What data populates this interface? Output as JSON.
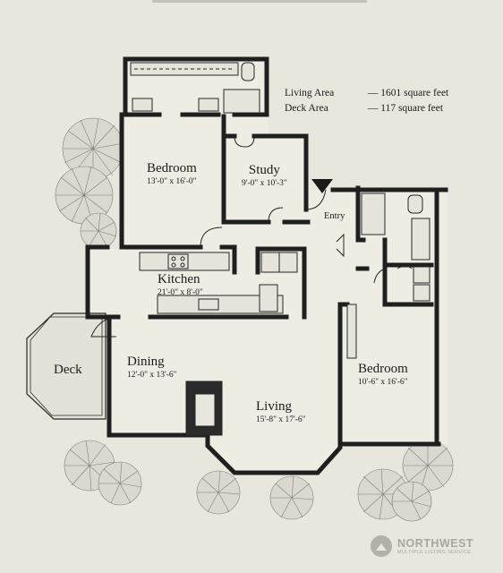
{
  "area_info": {
    "living_label": "Living Area",
    "living_value": "— 1601 square feet",
    "deck_label": "Deck Area",
    "deck_value": "— 117 square feet"
  },
  "rooms": {
    "bedroom1": {
      "name": "Bedroom",
      "dims": "13'-0\" x 16'-0\""
    },
    "study": {
      "name": "Study",
      "dims": "9'-0\" x 10'-3\""
    },
    "kitchen": {
      "name": "Kitchen",
      "dims": "21'-0\" x 8'-0\""
    },
    "dining": {
      "name": "Dining",
      "dims": "12'-0\" x 13'-6\""
    },
    "living": {
      "name": "Living",
      "dims": "15'-8\" x 17'-6\""
    },
    "bedroom2": {
      "name": "Bedroom",
      "dims": "10'-6\" x 16'-6\""
    },
    "deck": {
      "name": "Deck"
    }
  },
  "entry_label": "Entry",
  "logo": {
    "name": "NORTHWEST",
    "tagline": "MULTIPLE LISTING SERVICE."
  },
  "colors": {
    "paper": "#e9e6dd",
    "wall": "#1f1f1f",
    "logo": "#a9a69e"
  }
}
